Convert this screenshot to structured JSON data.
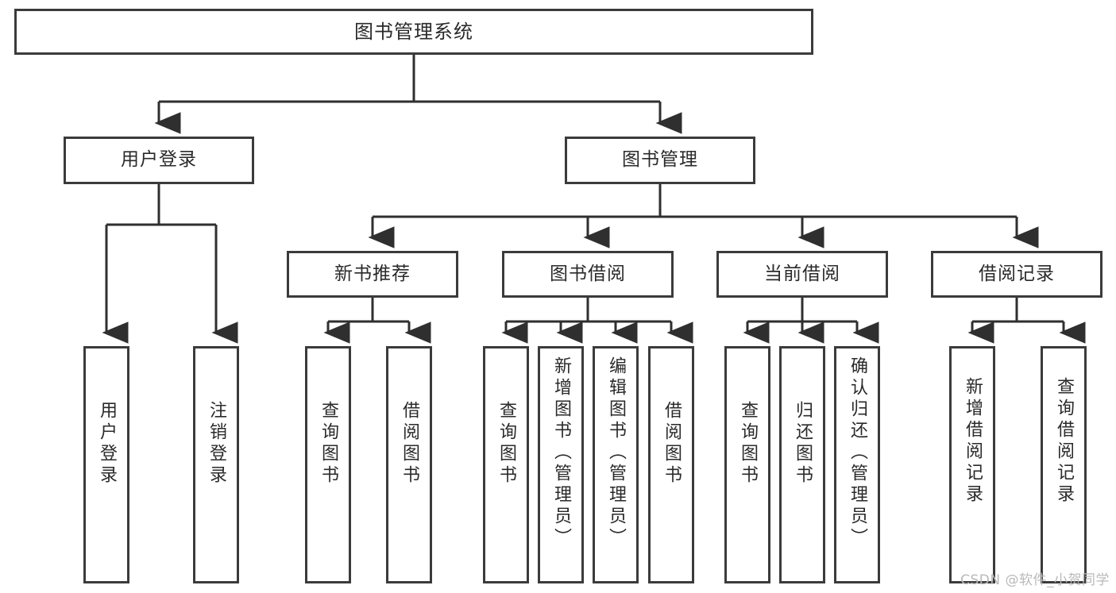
{
  "diagram": {
    "title": "图书管理系统",
    "type": "hierarchy-tree",
    "orientation": "top-down",
    "colors": {
      "box_border": "#3b3b3b",
      "box_fill": "#ffffff",
      "connector": "#2f2f2f",
      "text": "#2a2a2a",
      "watermark": "#b9b9b9",
      "background": "#ffffff"
    },
    "levels": {
      "level0": "系统",
      "level1": "模块",
      "level2": "子模块",
      "level3": "功能"
    },
    "root": {
      "id": "root",
      "label": "图书管理系统"
    },
    "level1": [
      {
        "id": "user-login",
        "label": "用户登录"
      },
      {
        "id": "book-manage",
        "label": "图书管理"
      }
    ],
    "level2": [
      {
        "id": "new-book-recommend",
        "label": "新书推荐",
        "parent": "book-manage"
      },
      {
        "id": "book-borrow",
        "label": "图书借阅",
        "parent": "book-manage"
      },
      {
        "id": "current-borrow",
        "label": "当前借阅",
        "parent": "book-manage"
      },
      {
        "id": "borrow-record",
        "label": "借阅记录",
        "parent": "book-manage"
      }
    ],
    "leaves": [
      {
        "id": "leaf-user-login",
        "label": "用户登录",
        "parent": "user-login"
      },
      {
        "id": "leaf-logout",
        "label": "注销登录",
        "parent": "user-login"
      },
      {
        "id": "leaf-query-book-1",
        "label": "查询图书",
        "parent": "new-book-recommend"
      },
      {
        "id": "leaf-borrow-book-1",
        "label": "借阅图书",
        "parent": "new-book-recommend"
      },
      {
        "id": "leaf-query-book-2",
        "label": "查询图书",
        "parent": "book-borrow"
      },
      {
        "id": "leaf-add-book",
        "label": "新增图书（管理员）",
        "parent": "book-borrow"
      },
      {
        "id": "leaf-edit-book",
        "label": "编辑图书（管理员）",
        "parent": "book-borrow"
      },
      {
        "id": "leaf-borrow-book-2",
        "label": "借阅图书",
        "parent": "book-borrow"
      },
      {
        "id": "leaf-query-book-3",
        "label": "查询图书",
        "parent": "current-borrow"
      },
      {
        "id": "leaf-return-book",
        "label": "归还图书",
        "parent": "current-borrow"
      },
      {
        "id": "leaf-confirm-return",
        "label": "确认归还（管理员）",
        "parent": "current-borrow"
      },
      {
        "id": "leaf-add-record",
        "label": "新增借阅记录",
        "parent": "borrow-record"
      },
      {
        "id": "leaf-query-record",
        "label": "查询借阅记录",
        "parent": "borrow-record"
      }
    ],
    "watermark": "CSDN @软件_小贺同学"
  }
}
